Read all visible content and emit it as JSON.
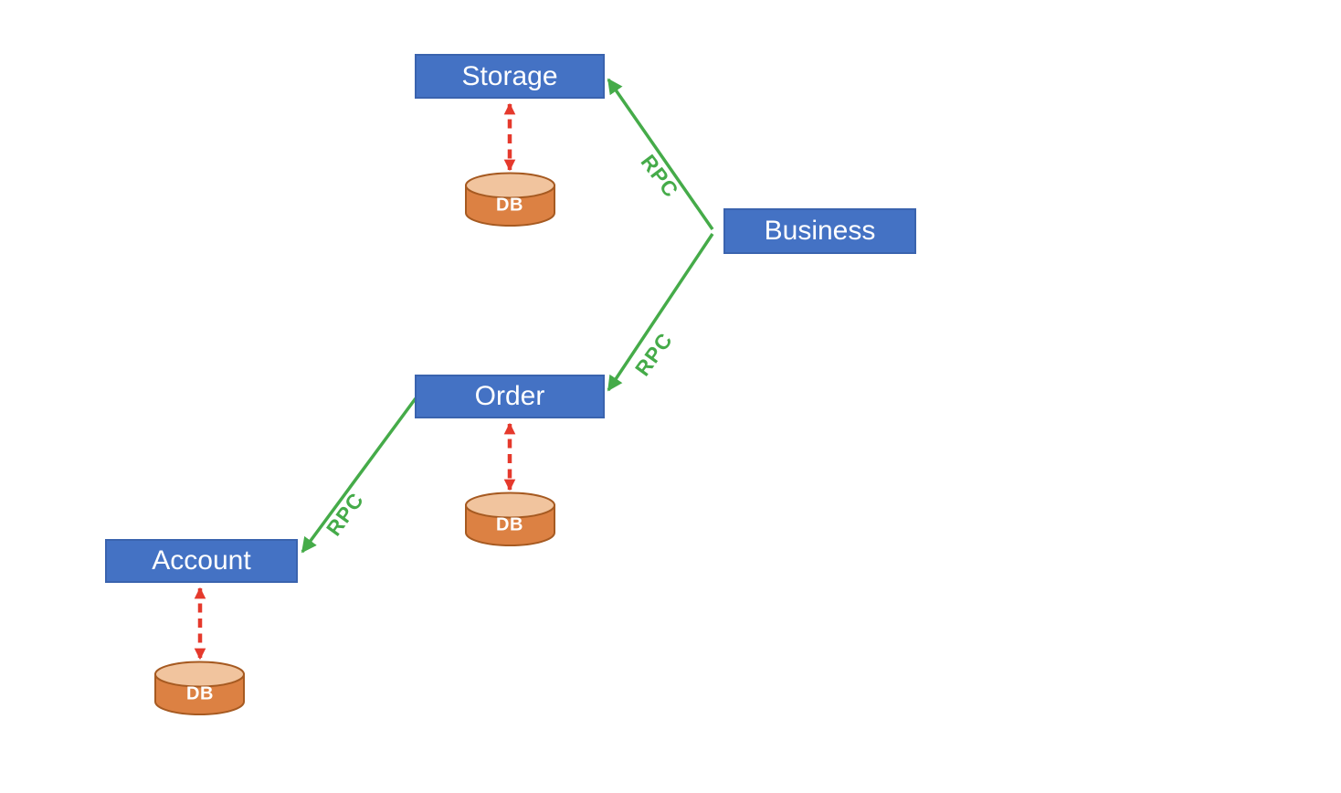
{
  "colors": {
    "page_bg": "#ffffff",
    "node_fill": "#4472c4",
    "node_border": "#3a63ae",
    "node_text": "#ffffff",
    "rpc_green": "#45ab49",
    "db_link_red": "#e5392c",
    "db_body": "#dc8143",
    "db_top": "#f1c49e",
    "db_border": "#a65a21",
    "db_text": "#ffffff"
  },
  "nodes": {
    "storage": {
      "label": "Storage"
    },
    "business": {
      "label": "Business"
    },
    "order": {
      "label": "Order"
    },
    "account": {
      "label": "Account"
    }
  },
  "databases": {
    "storage": {
      "label": "DB"
    },
    "order": {
      "label": "DB"
    },
    "account": {
      "label": "DB"
    }
  },
  "edges": {
    "business_to_storage": {
      "label": "RPC",
      "from": "Business",
      "to": "Storage",
      "style": "green-solid-arrow"
    },
    "business_to_order": {
      "label": "RPC",
      "from": "Business",
      "to": "Order",
      "style": "green-solid-arrow"
    },
    "order_to_account": {
      "label": "RPC",
      "from": "Order",
      "to": "Account",
      "style": "green-solid-arrow"
    },
    "storage_to_db": {
      "from": "Storage",
      "to": "DB",
      "style": "red-dashed-double-arrow"
    },
    "order_to_db": {
      "from": "Order",
      "to": "DB",
      "style": "red-dashed-double-arrow"
    },
    "account_to_db": {
      "from": "Account",
      "to": "DB",
      "style": "red-dashed-double-arrow"
    }
  }
}
